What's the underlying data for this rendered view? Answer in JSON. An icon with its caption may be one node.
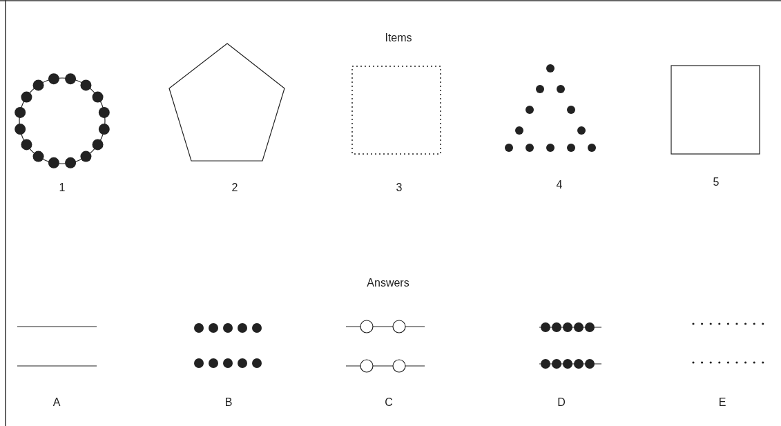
{
  "diagram": {
    "labels": [
      "Items",
      "1",
      "2",
      "3",
      "4",
      "5",
      "Answers",
      "A",
      "B",
      "C",
      "D",
      "E"
    ]
  }
}
